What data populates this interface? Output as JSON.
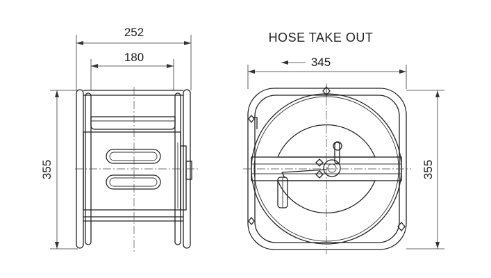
{
  "title": "HOSE TAKE OUT",
  "dimensions": {
    "side_outer_width": "252",
    "side_inner_width": "180",
    "side_height": "355",
    "front_width": "345",
    "front_height": "355"
  },
  "colors": {
    "line": "#222222",
    "background": "#ffffff"
  }
}
